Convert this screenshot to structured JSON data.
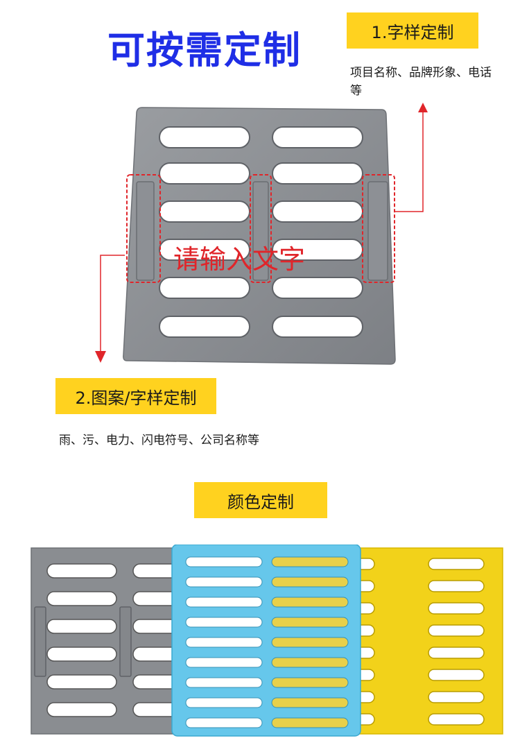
{
  "header": {
    "title": "可按需定制"
  },
  "custom_text": {
    "label": "1.字样定制",
    "description": "项目名称、品牌形象、电话等"
  },
  "custom_pattern": {
    "label": "2.图案/字样定制",
    "description": "雨、污、电力、闪电符号、公司名称等"
  },
  "grate_overlay": {
    "placeholder": "请输入文字"
  },
  "color_section": {
    "label": "颜色定制",
    "colors": {
      "gray": "#8a8d91",
      "blue": "#66c7eb",
      "yellow": "#f2d21a"
    }
  },
  "accent_colors": {
    "title": "#1f2ee6",
    "label_bg": "#ffd21f",
    "arrow": "#e0252a"
  }
}
